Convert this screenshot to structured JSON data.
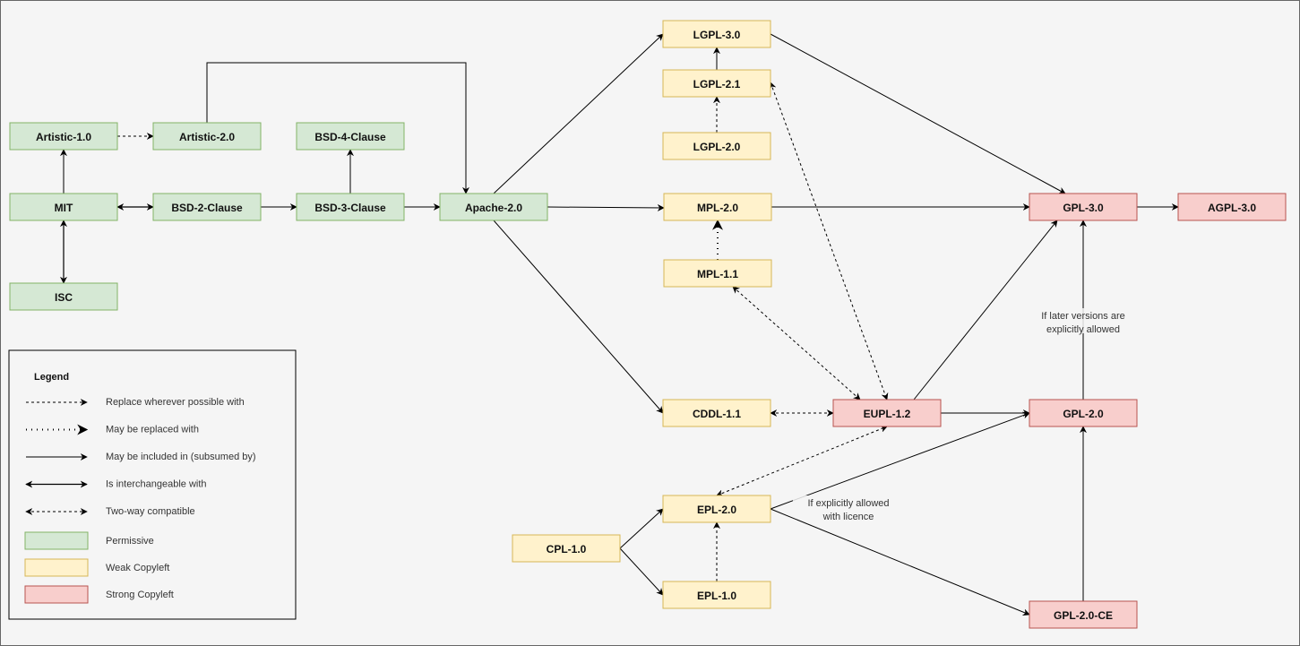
{
  "colors": {
    "permissive": {
      "fill": "#d5e8d4",
      "stroke": "#82b366"
    },
    "weak": {
      "fill": "#fff2cc",
      "stroke": "#d6b656"
    },
    "strong": {
      "fill": "#f8cecc",
      "stroke": "#b85450"
    }
  },
  "nodes": [
    {
      "id": "artistic1",
      "label": "Artistic-1.0",
      "category": "permissive"
    },
    {
      "id": "artistic2",
      "label": "Artistic-2.0",
      "category": "permissive"
    },
    {
      "id": "bsd4",
      "label": "BSD-4-Clause",
      "category": "permissive"
    },
    {
      "id": "mit",
      "label": "MIT",
      "category": "permissive"
    },
    {
      "id": "bsd2",
      "label": "BSD-2-Clause",
      "category": "permissive"
    },
    {
      "id": "bsd3",
      "label": "BSD-3-Clause",
      "category": "permissive"
    },
    {
      "id": "apache2",
      "label": "Apache-2.0",
      "category": "permissive"
    },
    {
      "id": "isc",
      "label": "ISC",
      "category": "permissive"
    },
    {
      "id": "lgpl3",
      "label": "LGPL-3.0",
      "category": "weak"
    },
    {
      "id": "lgpl21",
      "label": "LGPL-2.1",
      "category": "weak"
    },
    {
      "id": "lgpl2",
      "label": "LGPL-2.0",
      "category": "weak"
    },
    {
      "id": "mpl2",
      "label": "MPL-2.0",
      "category": "weak"
    },
    {
      "id": "mpl11",
      "label": "MPL-1.1",
      "category": "weak"
    },
    {
      "id": "cddl11",
      "label": "CDDL-1.1",
      "category": "weak"
    },
    {
      "id": "eupl12",
      "label": "EUPL-1.2",
      "category": "strong"
    },
    {
      "id": "epl2",
      "label": "EPL-2.0",
      "category": "weak"
    },
    {
      "id": "cpl1",
      "label": "CPL-1.0",
      "category": "weak"
    },
    {
      "id": "epl1",
      "label": "EPL-1.0",
      "category": "weak"
    },
    {
      "id": "gpl3",
      "label": "GPL-3.0",
      "category": "strong"
    },
    {
      "id": "agpl3",
      "label": "AGPL-3.0",
      "category": "strong"
    },
    {
      "id": "gpl2",
      "label": "GPL-2.0",
      "category": "strong"
    },
    {
      "id": "gpl2ce",
      "label": "GPL-2.0-CE",
      "category": "strong"
    }
  ],
  "edges": [
    {
      "from": "artistic1",
      "to": "artistic2",
      "kind": "replace"
    },
    {
      "from": "artistic2",
      "to": "apache2",
      "kind": "included"
    },
    {
      "from": "mit",
      "to": "artistic1",
      "kind": "included"
    },
    {
      "from": "mit",
      "to": "bsd2",
      "kind": "interchangeable"
    },
    {
      "from": "mit",
      "to": "isc",
      "kind": "interchangeable"
    },
    {
      "from": "bsd2",
      "to": "bsd3",
      "kind": "included"
    },
    {
      "from": "bsd3",
      "to": "bsd4",
      "kind": "included"
    },
    {
      "from": "bsd3",
      "to": "apache2",
      "kind": "included"
    },
    {
      "from": "apache2",
      "to": "lgpl3",
      "kind": "included"
    },
    {
      "from": "apache2",
      "to": "mpl2",
      "kind": "included"
    },
    {
      "from": "apache2",
      "to": "cddl11",
      "kind": "included"
    },
    {
      "from": "lgpl21",
      "to": "lgpl3",
      "kind": "included"
    },
    {
      "from": "lgpl2",
      "to": "lgpl21",
      "kind": "replace"
    },
    {
      "from": "lgpl3",
      "to": "gpl3",
      "kind": "included"
    },
    {
      "from": "mpl2",
      "to": "gpl3",
      "kind": "included"
    },
    {
      "from": "mpl11",
      "to": "mpl2",
      "kind": "may_replace"
    },
    {
      "from": "mpl11",
      "to": "eupl12",
      "kind": "two_way"
    },
    {
      "from": "lgpl21",
      "to": "eupl12",
      "kind": "two_way"
    },
    {
      "from": "cddl11",
      "to": "eupl12",
      "kind": "two_way"
    },
    {
      "from": "eupl12",
      "to": "gpl2",
      "kind": "included"
    },
    {
      "from": "eupl12",
      "to": "gpl3",
      "kind": "included"
    },
    {
      "from": "gpl3",
      "to": "agpl3",
      "kind": "included"
    },
    {
      "from": "gpl2",
      "to": "gpl3",
      "kind": "included",
      "label": [
        "If later versions are",
        "explicitly allowed"
      ]
    },
    {
      "from": "epl2",
      "to": "eupl12",
      "kind": "two_way"
    },
    {
      "from": "epl2",
      "to": "gpl2",
      "kind": "included",
      "label": [
        "If explicitly allowed",
        "with licence"
      ]
    },
    {
      "from": "epl2",
      "to": "gpl2ce",
      "kind": "included"
    },
    {
      "from": "cpl1",
      "to": "epl2",
      "kind": "included"
    },
    {
      "from": "cpl1",
      "to": "epl1",
      "kind": "included"
    },
    {
      "from": "epl1",
      "to": "epl2",
      "kind": "replace"
    },
    {
      "from": "gpl2ce",
      "to": "gpl2",
      "kind": "included"
    }
  ],
  "legend": {
    "title": "Legend",
    "edge_items": [
      {
        "kind": "replace",
        "label": "Replace wherever possible with"
      },
      {
        "kind": "may_replace",
        "label": "May be replaced with"
      },
      {
        "kind": "included",
        "label": "May be included in (subsumed by)"
      },
      {
        "kind": "interchangeable",
        "label": "Is interchangeable with"
      },
      {
        "kind": "two_way",
        "label": "Two-way compatible"
      }
    ],
    "swatch_items": [
      {
        "category": "permissive",
        "label": "Permissive"
      },
      {
        "category": "weak",
        "label": "Weak Copyleft"
      },
      {
        "category": "strong",
        "label": "Strong Copyleft"
      }
    ]
  }
}
